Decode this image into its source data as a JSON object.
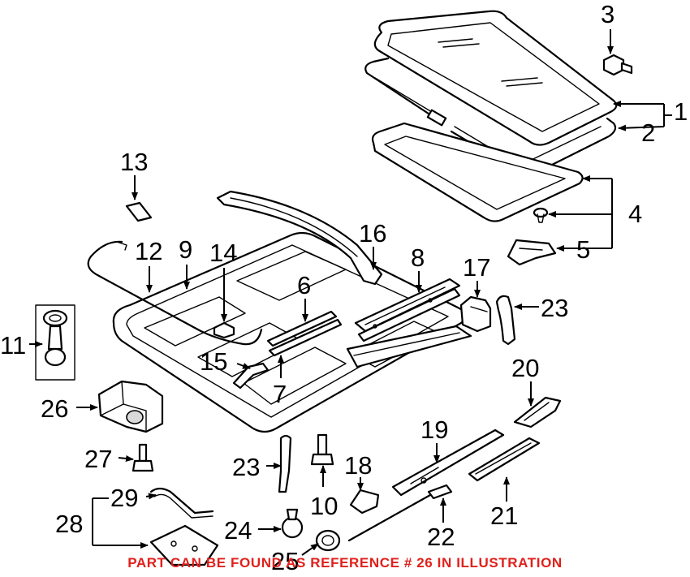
{
  "callouts": {
    "c1": "1",
    "c2": "2",
    "c3": "3",
    "c4": "4",
    "c5": "5",
    "c6": "6",
    "c7": "7",
    "c8": "8",
    "c9": "9",
    "c10": "10",
    "c11": "11",
    "c12": "12",
    "c13": "13",
    "c14": "14",
    "c15": "15",
    "c16": "16",
    "c17": "17",
    "c18": "18",
    "c19": "19",
    "c20": "20",
    "c21": "21",
    "c22": "22",
    "c23a": "23",
    "c23b": "23",
    "c24": "24",
    "c25": "25",
    "c26": "26",
    "c27": "27",
    "c28": "28",
    "c29": "29"
  },
  "footnote": "PART CAN BE FOUND AS REFERENCE # 26 IN ILLUSTRATION",
  "colors": {
    "footnote": "#e0201b",
    "line": "#000000",
    "background": "#ffffff"
  }
}
